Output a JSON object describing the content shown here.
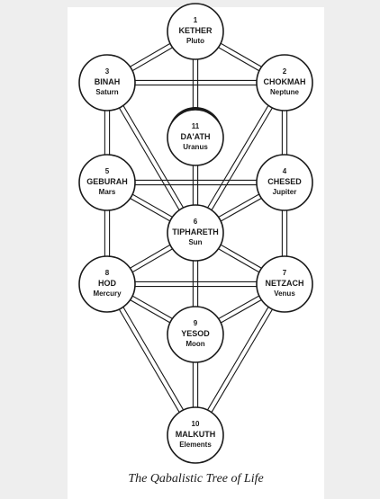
{
  "caption": "The Qabalistic Tree of Life",
  "colors": {
    "ink": "#1a1a1a",
    "paper": "#ffffff",
    "margin": "#eeeeee"
  },
  "sephiroth": [
    {
      "id": "kether",
      "number": "1",
      "name": "KETHER",
      "planet": "Pluto"
    },
    {
      "id": "chokmah",
      "number": "2",
      "name": "CHOKMAH",
      "planet": "Neptune"
    },
    {
      "id": "binah",
      "number": "3",
      "name": "BINAH",
      "planet": "Saturn"
    },
    {
      "id": "chesed",
      "number": "4",
      "name": "CHESED",
      "planet": "Jupiter"
    },
    {
      "id": "geburah",
      "number": "5",
      "name": "GEBURAH",
      "planet": "Mars"
    },
    {
      "id": "tiphareth",
      "number": "6",
      "name": "TIPHARETH",
      "planet": "Sun"
    },
    {
      "id": "netzach",
      "number": "7",
      "name": "NETZACH",
      "planet": "Venus"
    },
    {
      "id": "hod",
      "number": "8",
      "name": "HOD",
      "planet": "Mercury"
    },
    {
      "id": "yesod",
      "number": "9",
      "name": "YESOD",
      "planet": "Moon"
    },
    {
      "id": "malkuth",
      "number": "10",
      "name": "MALKUTH",
      "planet": "Elements"
    },
    {
      "id": "daath",
      "number": "11",
      "name": "DA'ATH",
      "planet": "Uranus"
    }
  ],
  "paths": [
    [
      "kether",
      "chokmah"
    ],
    [
      "kether",
      "binah"
    ],
    [
      "kether",
      "tiphareth"
    ],
    [
      "chokmah",
      "binah"
    ],
    [
      "chokmah",
      "tiphareth"
    ],
    [
      "chokmah",
      "chesed"
    ],
    [
      "binah",
      "tiphareth"
    ],
    [
      "binah",
      "geburah"
    ],
    [
      "chesed",
      "geburah"
    ],
    [
      "chesed",
      "tiphareth"
    ],
    [
      "chesed",
      "netzach"
    ],
    [
      "geburah",
      "tiphareth"
    ],
    [
      "geburah",
      "hod"
    ],
    [
      "tiphareth",
      "netzach"
    ],
    [
      "tiphareth",
      "yesod"
    ],
    [
      "tiphareth",
      "hod"
    ],
    [
      "netzach",
      "hod"
    ],
    [
      "netzach",
      "yesod"
    ],
    [
      "netzach",
      "malkuth"
    ],
    [
      "hod",
      "yesod"
    ],
    [
      "hod",
      "malkuth"
    ],
    [
      "yesod",
      "malkuth"
    ]
  ]
}
